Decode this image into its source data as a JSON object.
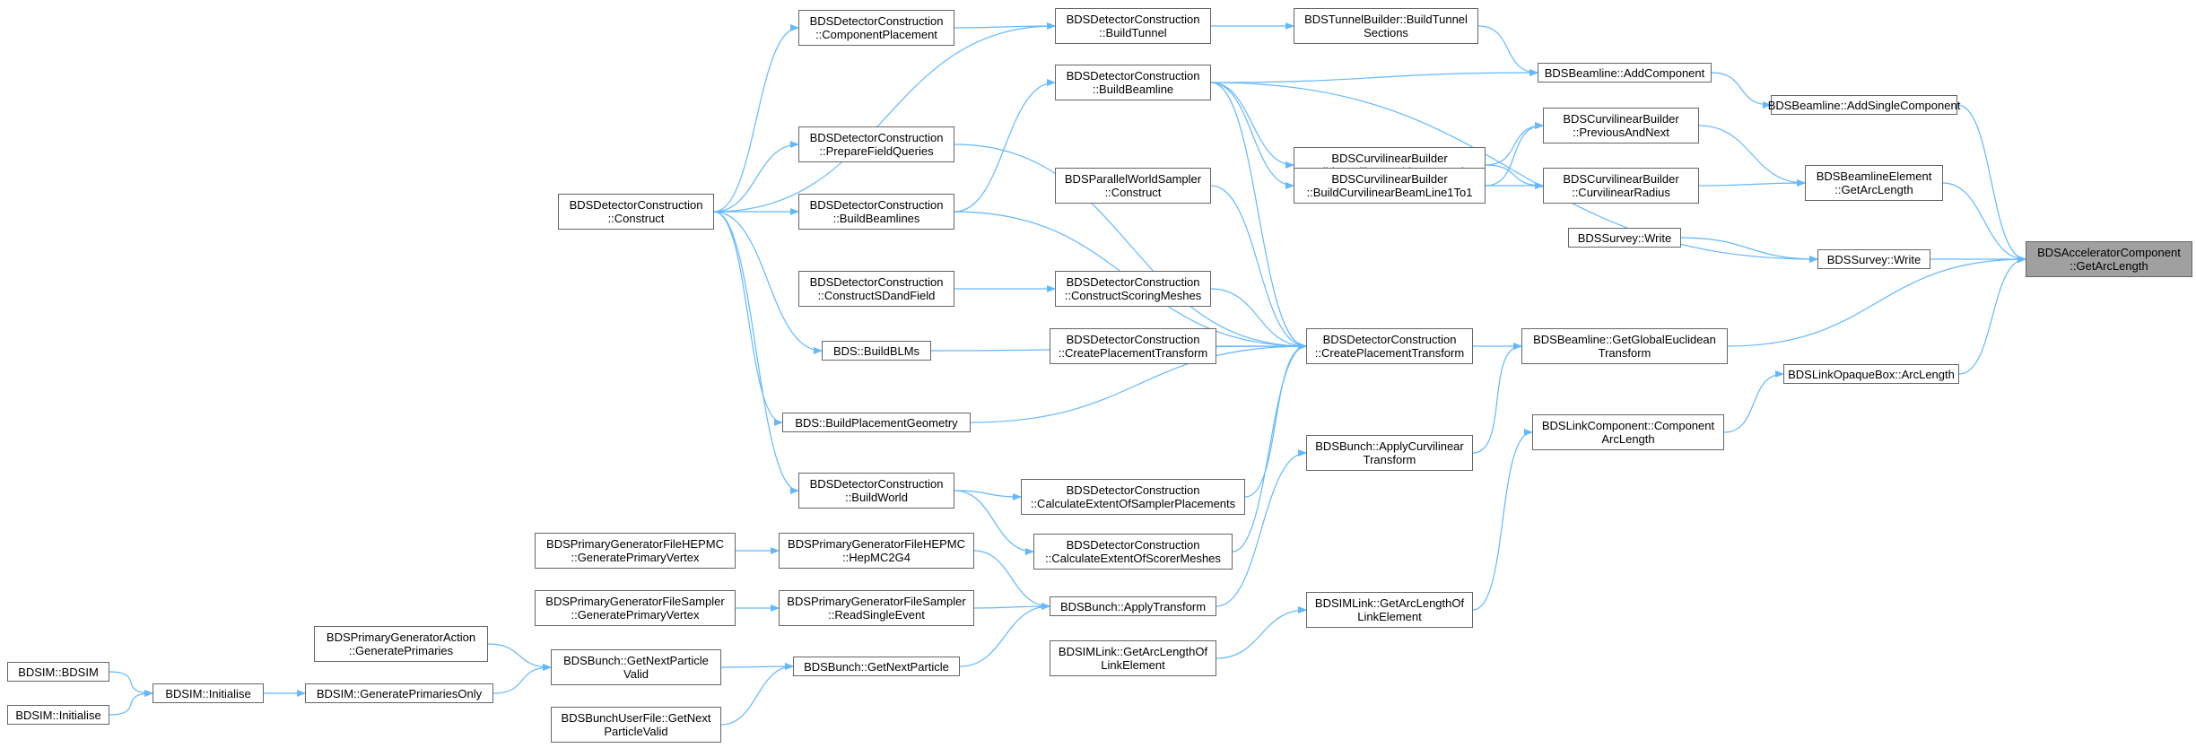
{
  "graph": {
    "edge_color": "#63b8ff",
    "focus_node_fill": "#a0a0a0",
    "node_border_color": "#666666",
    "nodes": {
      "n_target": [
        "BDSAcceleratorComponent",
        "::GetArcLength"
      ],
      "n_beamline_addsingle": [
        "BDSBeamline::AddSingleComponent"
      ],
      "n_beamline_elem": [
        "BDSBeamlineElement",
        "::GetArcLength"
      ],
      "n_survey_write_main": [
        "BDSSurvey::Write"
      ],
      "n_beamline_getglobal": [
        "BDSBeamline::GetGlobalEuclidean",
        "Transform"
      ],
      "n_linkopaque": [
        "BDSLinkOpaqueBox::ArcLength"
      ],
      "n_beamline_add": [
        "BDSBeamline::AddComponent"
      ],
      "n_curv_prevnext": [
        "BDSCurvilinearBuilder",
        "::PreviousAndNext"
      ],
      "n_curv_radius": [
        "BDSCurvilinearBuilder",
        "::CurvilinearRadius"
      ],
      "n_survey_write2": [
        "BDSSurvey::Write"
      ],
      "n_linkcomp": [
        "BDSLinkComponent::Component",
        "ArcLength"
      ],
      "n_tunnel_sections": [
        "BDSTunnelBuilder::BuildTunnel",
        "Sections"
      ],
      "n_curv_bridge": [
        "BDSCurvilinearBuilder",
        "::BuildCurvilinearBridgeBeamLine"
      ],
      "n_curv_beamline1to1": [
        "BDSCurvilinearBuilder",
        "::BuildCurvilinearBeamLine1To1"
      ],
      "n_createplacement_main": [
        "BDSDetectorConstruction",
        "::CreatePlacementTransform"
      ],
      "n_bunch_applycurv": [
        "BDSBunch::ApplyCurvilinear",
        "Transform"
      ],
      "n_imlink_getarc_main": [
        "BDSIMLink::GetArcLengthOf",
        "LinkElement"
      ],
      "n_buildtunnel": [
        "BDSDetectorConstruction",
        "::BuildTunnel"
      ],
      "n_buildbeamline": [
        "BDSDetectorConstruction",
        "::BuildBeamline"
      ],
      "n_parallelworld": [
        "BDSParallelWorldSampler",
        "::Construct"
      ],
      "n_scoringmeshes": [
        "BDSDetectorConstruction",
        "::ConstructScoringMeshes"
      ],
      "n_createplacement2": [
        "BDSDetectorConstruction",
        "::CreatePlacementTransform"
      ],
      "n_extent_sampler": [
        "BDSDetectorConstruction",
        "::CalculateExtentOfSamplerPlacements"
      ],
      "n_extent_scorer": [
        "BDSDetectorConstruction",
        "::CalculateExtentOfScorerMeshes"
      ],
      "n_bunch_applytransform": [
        "BDSBunch::ApplyTransform"
      ],
      "n_imlink_getarc2": [
        "BDSIMLink::GetArcLengthOf",
        "LinkElement"
      ],
      "n_compplacement": [
        "BDSDetectorConstruction",
        "::ComponentPlacement"
      ],
      "n_preparefield": [
        "BDSDetectorConstruction",
        "::PrepareFieldQueries"
      ],
      "n_buildbeamlines": [
        "BDSDetectorConstruction",
        "::BuildBeamlines"
      ],
      "n_sdandfield": [
        "BDSDetectorConstruction",
        "::ConstructSDandField"
      ],
      "n_buildblms": [
        "BDS::BuildBLMs"
      ],
      "n_buildplacementgeom": [
        "BDS::BuildPlacementGeometry"
      ],
      "n_buildworld": [
        "BDSDetectorConstruction",
        "::BuildWorld"
      ],
      "n_hepmc2g4": [
        "BDSPrimaryGeneratorFileHEPMC",
        "::HepMC2G4"
      ],
      "n_readsingle": [
        "BDSPrimaryGeneratorFileSampler",
        "::ReadSingleEvent"
      ],
      "n_bunch_getnext": [
        "BDSBunch::GetNextParticle"
      ],
      "n_construct": [
        "BDSDetectorConstruction",
        "::Construct"
      ],
      "n_hepmc_genvertex": [
        "BDSPrimaryGeneratorFileHEPMC",
        "::GeneratePrimaryVertex"
      ],
      "n_sampler_genvertex": [
        "BDSPrimaryGeneratorFileSampler",
        "::GeneratePrimaryVertex"
      ],
      "n_action_genprim": [
        "BDSPrimaryGeneratorAction",
        "::GeneratePrimaries"
      ],
      "n_bunch_getnextvalid": [
        "BDSBunch::GetNextParticle",
        "Valid"
      ],
      "n_userfile_getnext": [
        "BDSBunchUserFile::GetNext",
        "ParticleValid"
      ],
      "n_genprimonly": [
        "BDSIM::GeneratePrimariesOnly"
      ],
      "n_bdsim_init": [
        "BDSIM::Initialise"
      ],
      "n_bdsim_bdsim": [
        "BDSIM::BDSIM"
      ],
      "n_bdsim_init2": [
        "BDSIM::Initialise"
      ]
    }
  }
}
